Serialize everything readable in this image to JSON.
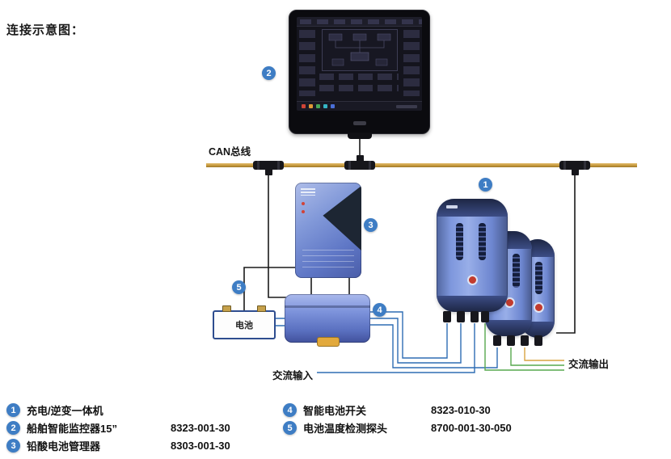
{
  "title": "连接示意图：",
  "diagram": {
    "can_bus_label": "CAN总线",
    "ac_input_label": "交流输入",
    "ac_output_label": "交流输出",
    "battery_label": "电池",
    "badges": {
      "inverter": "1",
      "monitor": "2",
      "battery_manager": "3",
      "battery_switch": "4",
      "temp_probe": "5"
    }
  },
  "legend": {
    "items": [
      {
        "num": "1",
        "name": "充电/逆变一体机",
        "code": ""
      },
      {
        "num": "2",
        "name": "船舶智能监控器15”",
        "code": "8323-001-30"
      },
      {
        "num": "3",
        "name": "铅酸电池管理器",
        "code": "8303-001-30"
      },
      {
        "num": "4",
        "name": "智能电池开关",
        "code": "8323-010-30"
      },
      {
        "num": "5",
        "name": "电池温度检测探头",
        "code": "8700-001-30-050"
      }
    ]
  },
  "colors": {
    "can_bus": "#C69A3E",
    "badge_blue": "#3E7DC4",
    "device_blue": "#7E97DD",
    "wire_black": "#1A1A1A",
    "wire_blue": "#2E6DB4",
    "wire_green": "#57A84E",
    "wire_orange": "#D9A441"
  }
}
